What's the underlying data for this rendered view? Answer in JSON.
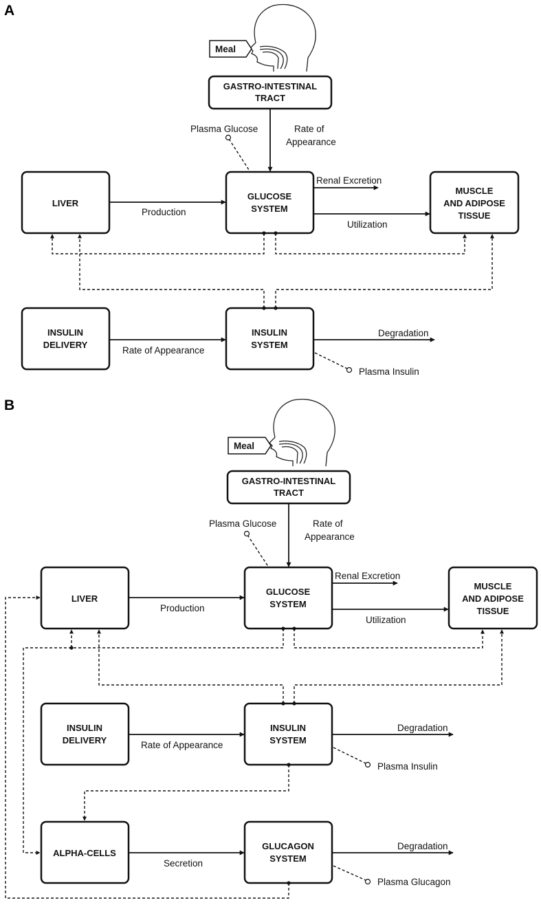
{
  "panels": [
    {
      "letter": "A",
      "meal": "Meal",
      "gi_l1": "GASTRO-INTESTINAL",
      "gi_l2": "TRACT",
      "plasma_glucose": "Plasma Glucose",
      "rate_l1": "Rate of",
      "rate_l2": "Appearance",
      "liver": "LIVER",
      "glucose_l1": "GLUCOSE",
      "glucose_l2": "SYSTEM",
      "muscle_l1": "MUSCLE",
      "muscle_l2": "AND ADIPOSE",
      "muscle_l3": "TISSUE",
      "production": "Production",
      "renal": "Renal Excretion",
      "utilization": "Utilization",
      "insdel_l1": "INSULIN",
      "insdel_l2": "DELIVERY",
      "inssys_l1": "INSULIN",
      "inssys_l2": "SYSTEM",
      "ins_rate": "Rate of Appearance",
      "ins_degradation": "Degradation",
      "plasma_insulin": "Plasma Insulin"
    },
    {
      "letter": "B",
      "meal": "Meal",
      "gi_l1": "GASTRO-INTESTINAL",
      "gi_l2": "TRACT",
      "plasma_glucose": "Plasma Glucose",
      "rate_l1": "Rate of",
      "rate_l2": "Appearance",
      "liver": "LIVER",
      "glucose_l1": "GLUCOSE",
      "glucose_l2": "SYSTEM",
      "muscle_l1": "MUSCLE",
      "muscle_l2": "AND ADIPOSE",
      "muscle_l3": "TISSUE",
      "production": "Production",
      "renal": "Renal Excretion",
      "utilization": "Utilization",
      "insdel_l1": "INSULIN",
      "insdel_l2": "DELIVERY",
      "inssys_l1": "INSULIN",
      "inssys_l2": "SYSTEM",
      "ins_rate": "Rate of Appearance",
      "ins_degradation": "Degradation",
      "plasma_insulin": "Plasma Insulin",
      "alpha": "ALPHA-CELLS",
      "glucagon_l1": "GLUCAGON",
      "glucagon_l2": "SYSTEM",
      "secretion": "Secretion",
      "glucagon_degradation": "Degradation",
      "plasma_glucagon": "Plasma Glucagon"
    }
  ]
}
